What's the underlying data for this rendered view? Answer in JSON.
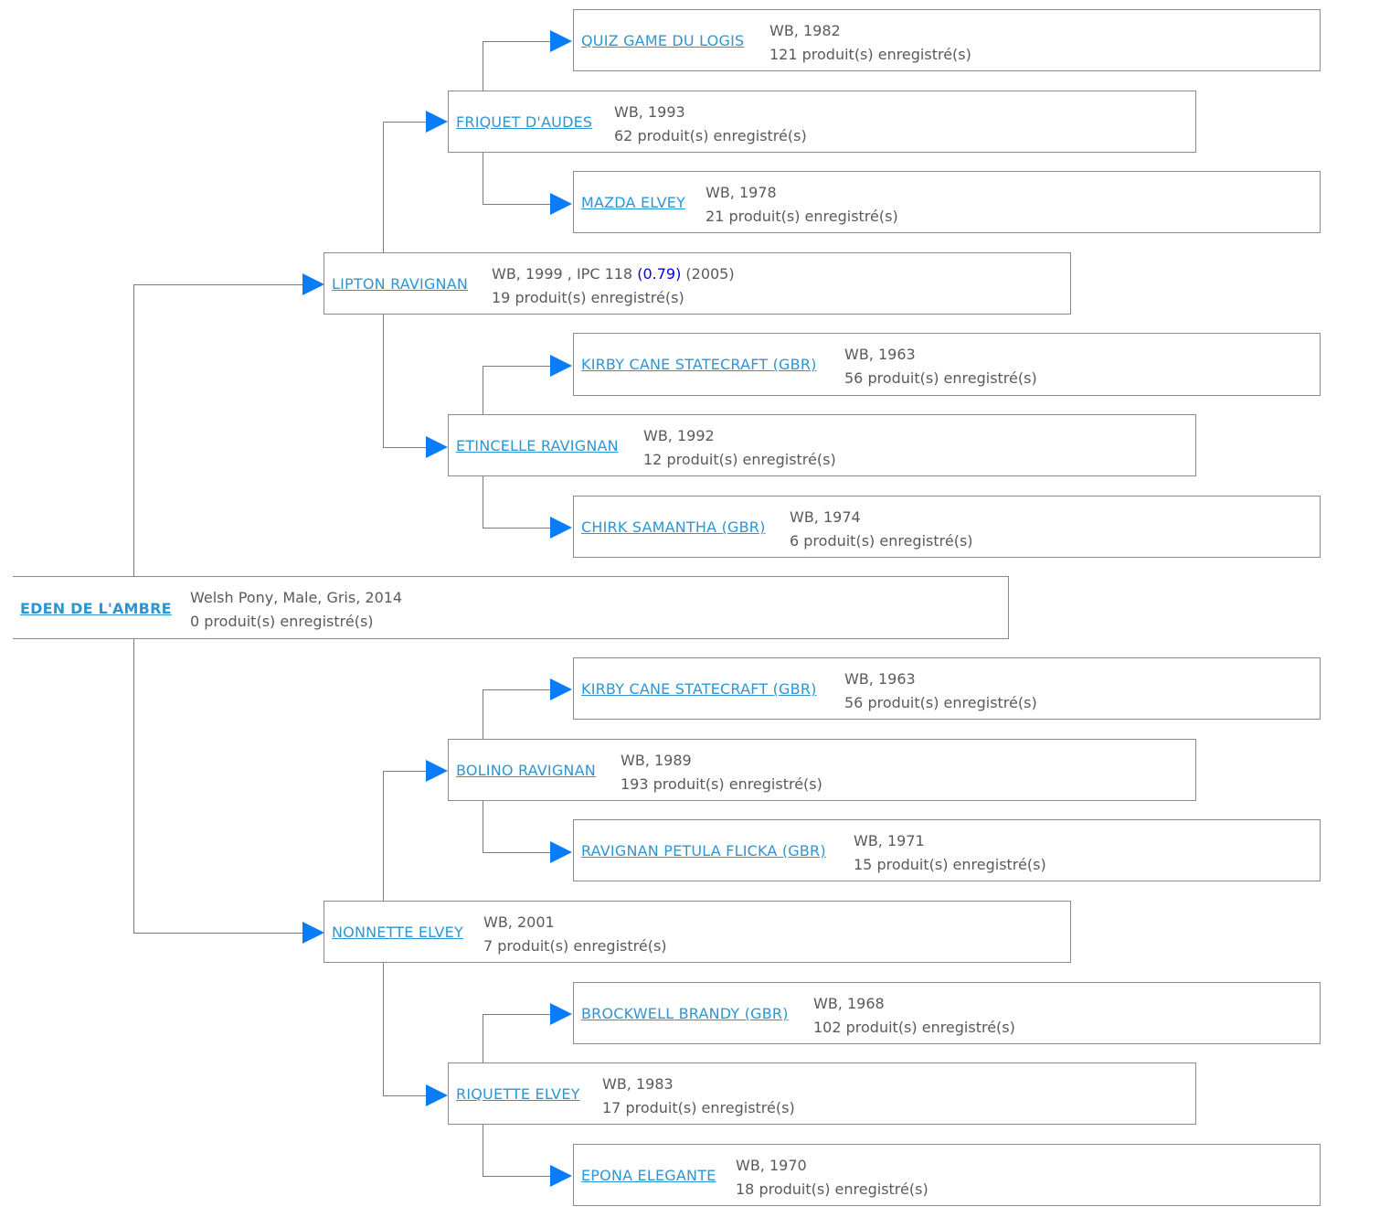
{
  "colors": {
    "link": "#2e95d3",
    "text": "#5a5a5a",
    "arrow": "#0a7cf5",
    "highlight": "#0000ee",
    "border": "#8a8a8a"
  },
  "pedigree": {
    "subject": {
      "name": "EDEN DE L'AMBRE",
      "line1": "Welsh Pony, Male, Gris, 2014",
      "line2": "0 produit(s) enregistré(s)"
    },
    "sire": {
      "name": "LIPTON RAVIGNAN",
      "line1_prefix": "WB, 1999 , IPC 118 ",
      "line1_highlight": "(0.79)",
      "line1_suffix": " (2005)",
      "line2": "19 produit(s) enregistré(s)"
    },
    "dam": {
      "name": "NONNETTE ELVEY",
      "line1": "WB, 2001",
      "line2": "7 produit(s) enregistré(s)"
    },
    "sire_sire": {
      "name": "FRIQUET D'AUDES",
      "line1": "WB, 1993",
      "line2": "62 produit(s) enregistré(s)"
    },
    "sire_dam": {
      "name": "ETINCELLE RAVIGNAN",
      "line1": "WB, 1992",
      "line2": "12 produit(s) enregistré(s)"
    },
    "dam_sire": {
      "name": "BOLINO RAVIGNAN",
      "line1": "WB, 1989",
      "line2": "193 produit(s) enregistré(s)"
    },
    "dam_dam": {
      "name": "RIQUETTE ELVEY",
      "line1": "WB, 1983",
      "line2": "17 produit(s) enregistré(s)"
    },
    "ss_sire": {
      "name": "QUIZ GAME DU LOGIS",
      "line1": "WB, 1982",
      "line2": "121 produit(s) enregistré(s)"
    },
    "ss_dam": {
      "name": "MAZDA ELVEY",
      "line1": "WB, 1978",
      "line2": "21 produit(s) enregistré(s)"
    },
    "sd_sire": {
      "name": "KIRBY CANE STATECRAFT (GBR)",
      "line1": "WB, 1963",
      "line2": "56 produit(s) enregistré(s)"
    },
    "sd_dam": {
      "name": "CHIRK SAMANTHA (GBR)",
      "line1": "WB, 1974",
      "line2": "6 produit(s) enregistré(s)"
    },
    "ds_sire": {
      "name": "KIRBY CANE STATECRAFT (GBR)",
      "line1": "WB, 1963",
      "line2": "56 produit(s) enregistré(s)"
    },
    "ds_dam": {
      "name": "RAVIGNAN PETULA FLICKA (GBR)",
      "line1": "WB, 1971",
      "line2": "15 produit(s) enregistré(s)"
    },
    "dd_sire": {
      "name": "BROCKWELL BRANDY (GBR)",
      "line1": "WB, 1968",
      "line2": "102 produit(s) enregistré(s)"
    },
    "dd_dam": {
      "name": "EPONA ELEGANTE",
      "line1": "WB, 1970",
      "line2": "18 produit(s) enregistré(s)"
    }
  }
}
